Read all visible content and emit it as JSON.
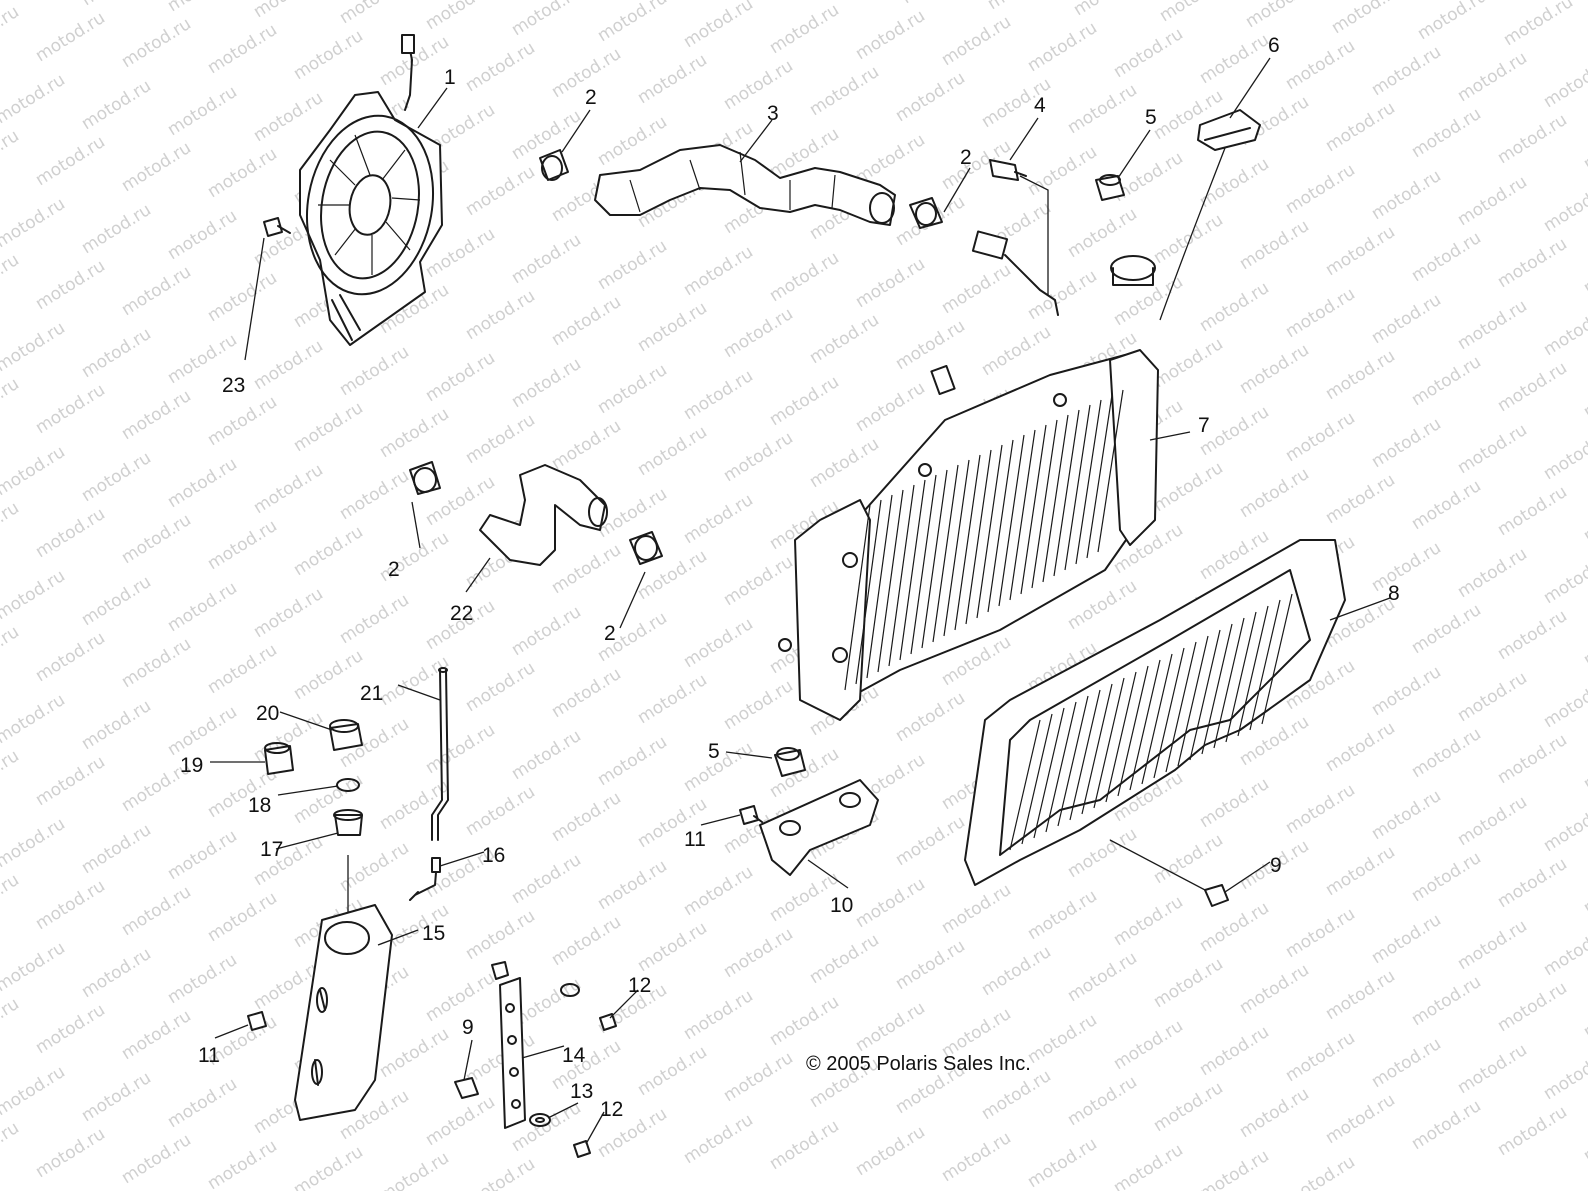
{
  "watermark": "motod.ru",
  "copyright": "© 2005 Polaris Sales Inc.",
  "callouts": {
    "n1": "1",
    "n2": "2",
    "n3": "3",
    "n4": "4",
    "n5": "5",
    "n6": "6",
    "n7": "7",
    "n8": "8",
    "n9": "9",
    "n10": "10",
    "n11": "11",
    "n12": "12",
    "n13": "13",
    "n14": "14",
    "n15": "15",
    "n16": "16",
    "n17": "17",
    "n18": "18",
    "n19": "19",
    "n20": "20",
    "n21": "21",
    "n22": "22",
    "n23": "23"
  }
}
